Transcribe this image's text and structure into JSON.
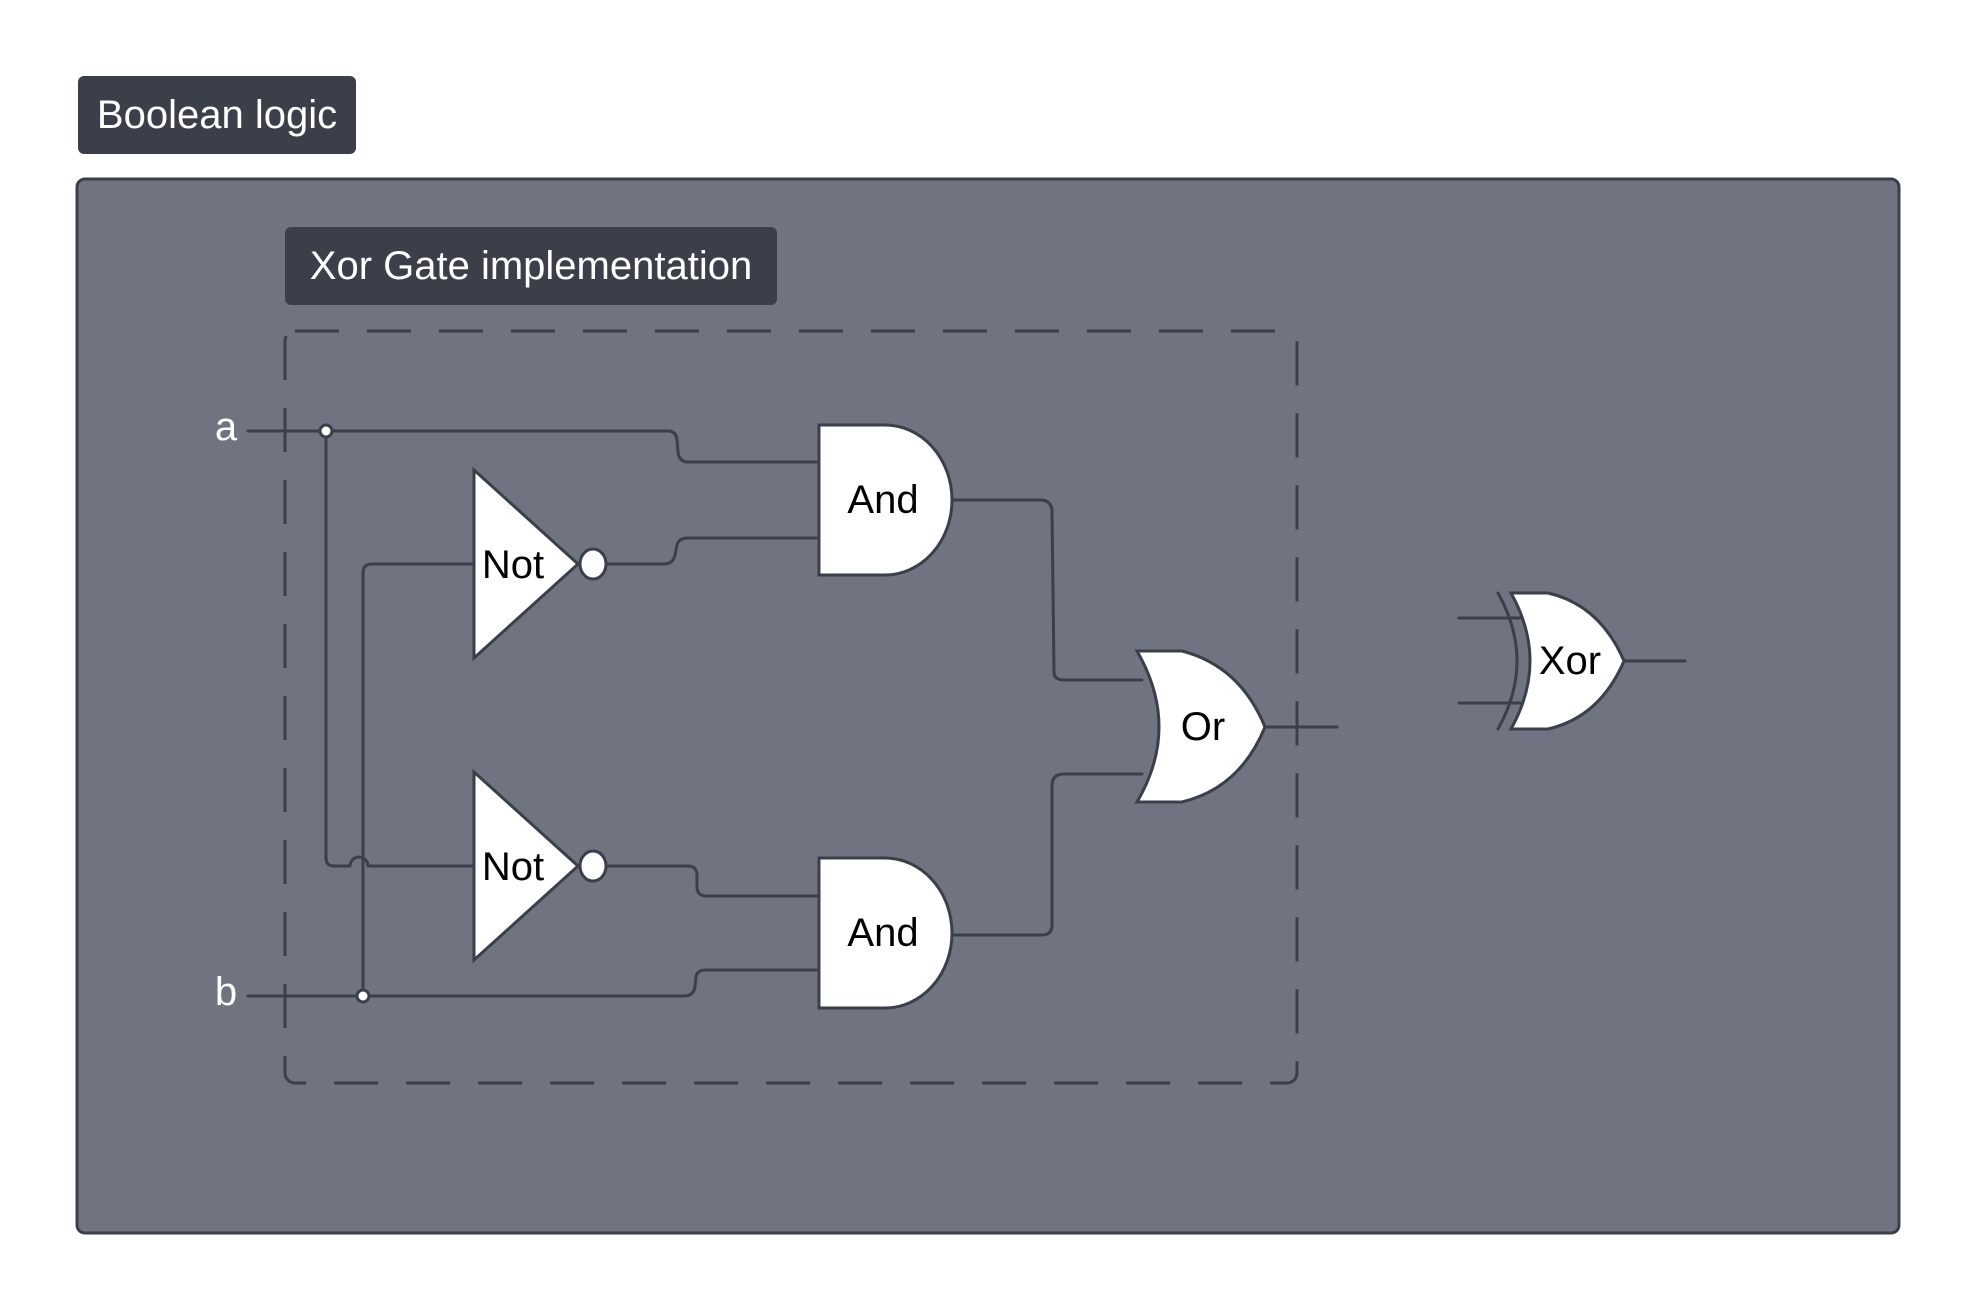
{
  "frame": {
    "title": "Boolean logic",
    "background": "#6f7480",
    "label_background": "#3a3f4a"
  },
  "group": {
    "title": "Xor Gate implementation"
  },
  "inputs": {
    "a": "a",
    "b": "b"
  },
  "gates": {
    "not_top": "Not",
    "not_bottom": "Not",
    "and_top": "And",
    "and_bottom": "And",
    "or": "Or",
    "xor": "Xor"
  }
}
